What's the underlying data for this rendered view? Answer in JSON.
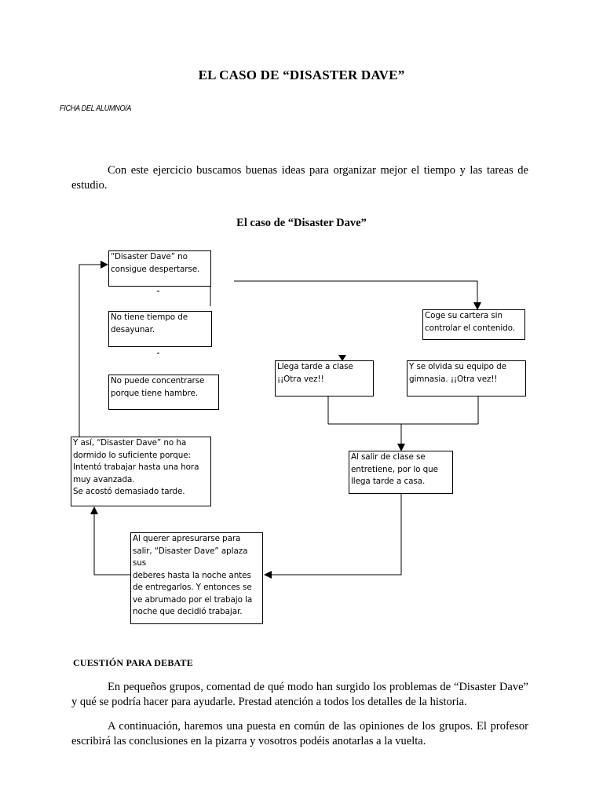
{
  "document": {
    "title": "EL CASO DE “DISASTER DAVE”",
    "ficha": "FICHA DEL ALUMNO/A",
    "intro": "Con este ejercicio buscamos buenas ideas para organizar mejor el tiempo y las tareas de estudio.",
    "subtitle": "El caso de “Disaster Dave”",
    "section_heading": "CUESTIÓN PARA DEBATE",
    "paragraph_1": "En pequeños grupos, comentad de qué modo han surgido los problemas de “Disaster Dave” y qué se podría hacer para ayudarle. Prestad atención a todos los detalles de la historia.",
    "paragraph_2": "A continuación, haremos una puesta en común de las opiniones de los grupos. El profesor escribirá las conclusiones en la pizarra y vosotros podéis anotarlas a la vuelta."
  },
  "diagram": {
    "boxes": {
      "despertarse": "“Disaster Dave” no\nconsigue despertarse.",
      "desayunar": "No tiene tiempo de\ndesayunar.",
      "concentrarse": "No puede concentrarse\nporque tiene hambre.",
      "cartera": "Coge su cartera sin\ncontrolar el contenido.",
      "llega_tarde": "Llega tarde a clase\n¡¡Otra vez!!",
      "gimnasia": "Y se olvida su equipo de\ngimnasia. ¡¡Otra vez!!",
      "entretiene": "Al salir de clase se\nentretiene, por lo que\nllega tarde a casa.",
      "aplaza": "Al querer apresurarse para\nsalir, “Disaster Dave” aplaza sus\ndeberes hasta la noche antes\nde entregarlos. Y entonces se\nve abrumado por el trabajo la\nnoche que decidió trabajar.",
      "dormido": "Y así, “Disaster Dave” no ha\ndormido lo suficiente porque:\nIntentó trabajar hasta una hora\nmuy avanzada.\nSe acostó demasiado tarde."
    }
  }
}
